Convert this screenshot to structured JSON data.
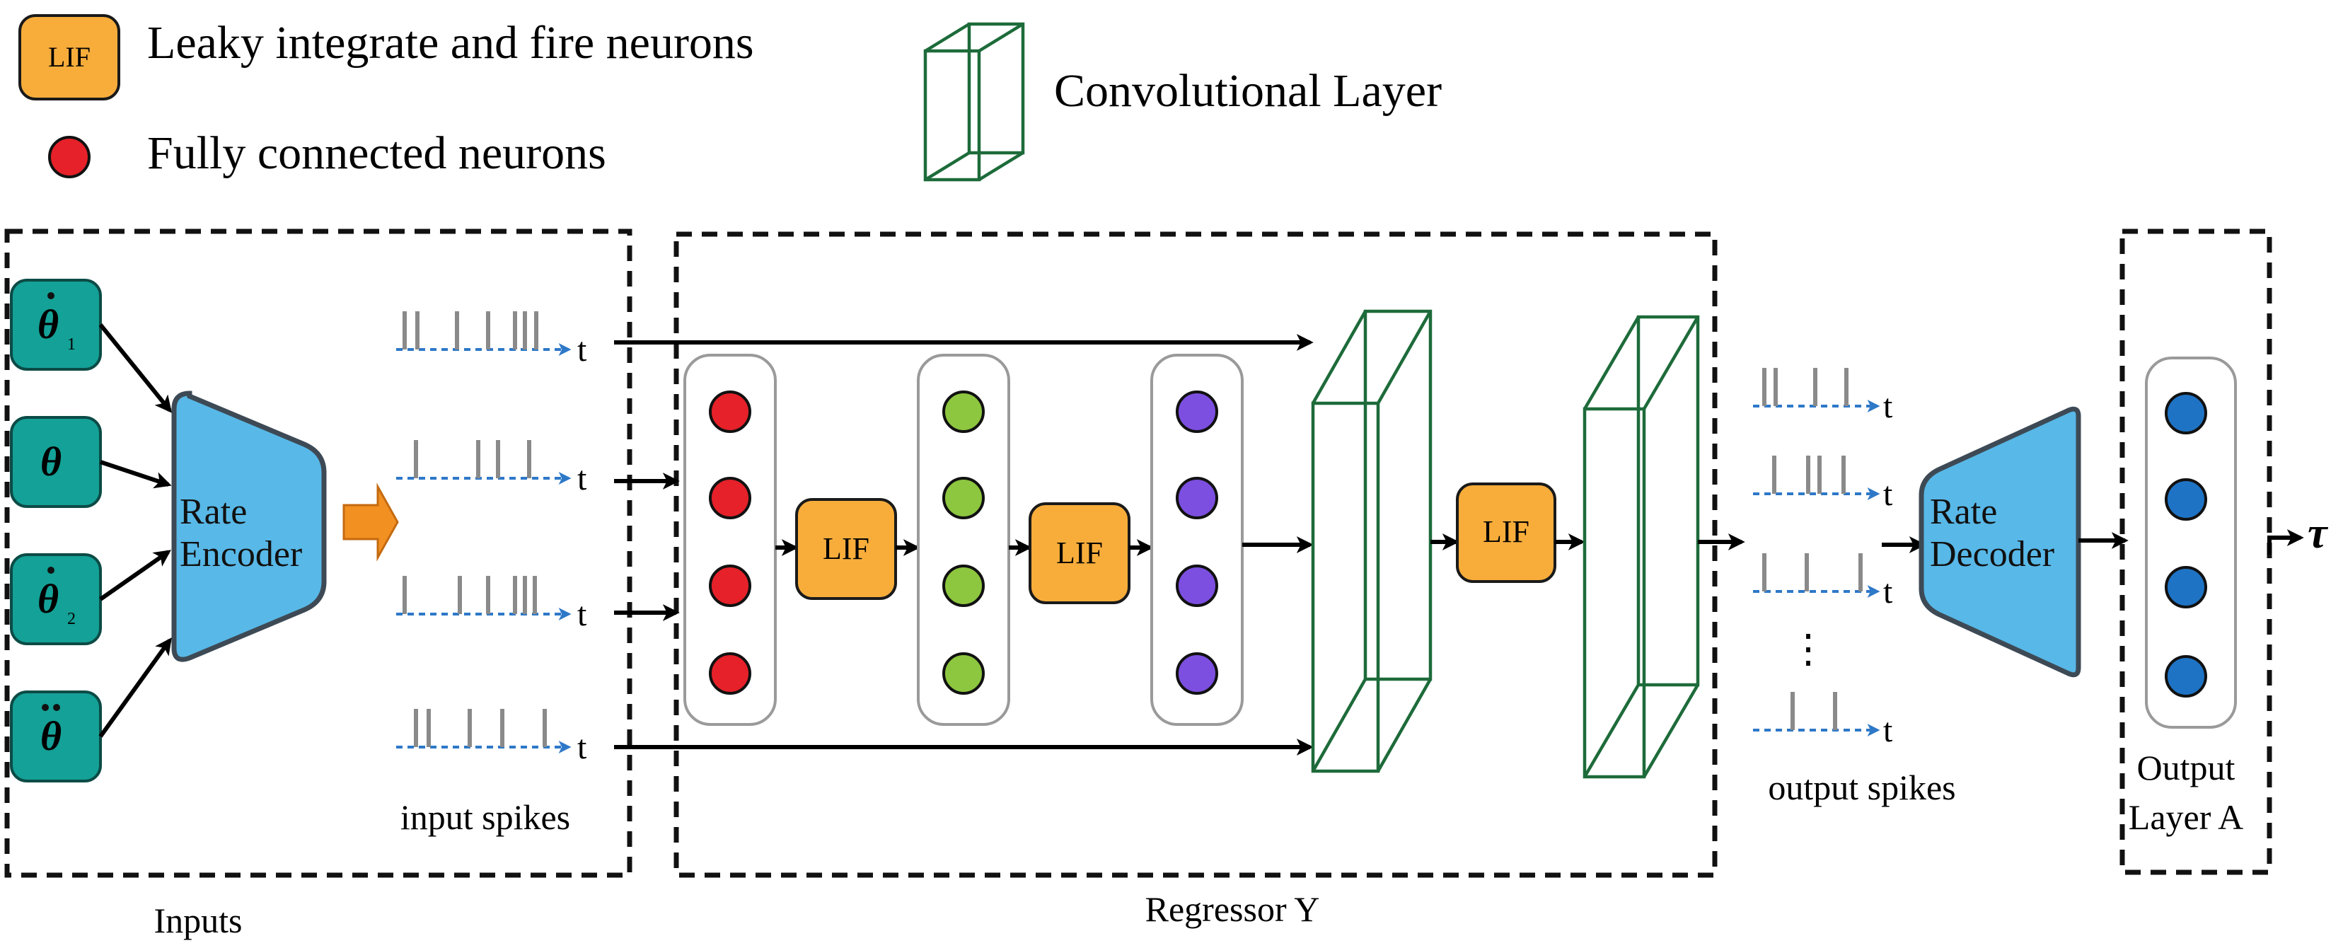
{
  "legend": {
    "lif_badge": "LIF",
    "lif_desc": "Leaky integrate and fire neurons",
    "fc_desc": "Fully connected neurons",
    "conv_desc": "Convolutional Layer"
  },
  "inputs": {
    "label": "Inputs",
    "vars": [
      {
        "symbol": "θ",
        "dot": "single",
        "sub": "1"
      },
      {
        "symbol": "θ",
        "dot": "",
        "sub": ""
      },
      {
        "symbol": "θ",
        "dot": "single",
        "sub": "2"
      },
      {
        "symbol": "θ",
        "dot": "double",
        "sub": ""
      }
    ],
    "encoder_line1": "Rate",
    "encoder_line2": "Encoder",
    "time_symbol": "t",
    "spikes_label": "input spikes"
  },
  "regressor": {
    "label": "Regressor Y",
    "lif_labels": [
      "LIF",
      "LIF",
      "LIF"
    ],
    "columns": [
      {
        "color": "#e62129",
        "count": 4
      },
      {
        "color": "#8dc63f",
        "count": 4
      },
      {
        "color": "#7c4fe0",
        "count": 4
      }
    ]
  },
  "outputs": {
    "time_symbol": "t",
    "spikes_label": "output spikes",
    "ellipsis": "⋮",
    "decoder_line1": "Rate",
    "decoder_line2": "Decoder",
    "layer_line1": "Output",
    "layer_line2": "Layer A",
    "layer_neuron_color": "#1f73c4",
    "output_symbol": "τ"
  }
}
